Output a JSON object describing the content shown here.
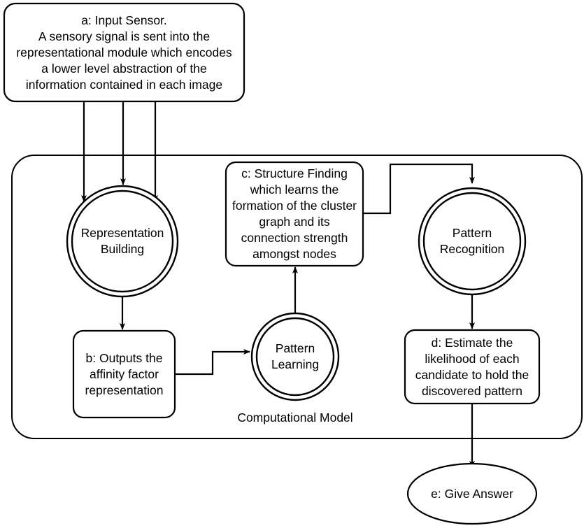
{
  "diagram": {
    "title_label": "Computational Model",
    "nodes": {
      "input_sensor": {
        "id": "a",
        "text": "a: Input Sensor.\nA sensory signal is sent into the\nrepresentational module which encodes\na lower level abstraction of the\ninformation contained in each image",
        "shape": "rounded-rect"
      },
      "representation_building": {
        "text": "Representation\nBuilding",
        "shape": "double-circle"
      },
      "structure_finding": {
        "id": "c",
        "text": "c: Structure Finding\nwhich learns the\nformation of the cluster\ngraph and its\nconnection strength\namongst nodes",
        "shape": "rounded-rect"
      },
      "pattern_recognition": {
        "text": "Pattern\nRecognition",
        "shape": "double-circle"
      },
      "affinity_output": {
        "id": "b",
        "text": "b: Outputs the\naffinity factor\nrepresentation",
        "shape": "rounded-rect"
      },
      "pattern_learning": {
        "text": "Pattern\nLearning",
        "shape": "double-circle"
      },
      "estimate_likelihood": {
        "id": "d",
        "text": "d: Estimate the\nlikelihood of each\ncandidate to hold the\ndiscovered pattern",
        "shape": "rounded-rect"
      },
      "give_answer": {
        "id": "e",
        "text": "e: Give Answer",
        "shape": "ellipse"
      }
    },
    "container": {
      "name": "computational-model-boundary",
      "shape": "rounded-rect"
    },
    "edges": [
      {
        "from": "input_sensor",
        "to": "representation_building",
        "style": "straight-arrow"
      },
      {
        "from": "input_sensor",
        "to": "representation_building",
        "style": "straight-arrow"
      },
      {
        "from": "input_sensor",
        "to": "representation_building",
        "style": "straight-arrow"
      },
      {
        "from": "representation_building",
        "to": "affinity_output",
        "style": "straight-arrow"
      },
      {
        "from": "affinity_output",
        "to": "pattern_learning",
        "style": "elbow-arrow"
      },
      {
        "from": "pattern_learning",
        "to": "structure_finding",
        "style": "straight-arrow"
      },
      {
        "from": "structure_finding",
        "to": "pattern_recognition",
        "style": "elbow-arrow"
      },
      {
        "from": "pattern_recognition",
        "to": "estimate_likelihood",
        "style": "straight-arrow"
      },
      {
        "from": "estimate_likelihood",
        "to": "give_answer",
        "style": "straight-arrow"
      }
    ],
    "colors": {
      "stroke": "#000000",
      "fill": "#ffffff",
      "text": "#000000"
    }
  }
}
